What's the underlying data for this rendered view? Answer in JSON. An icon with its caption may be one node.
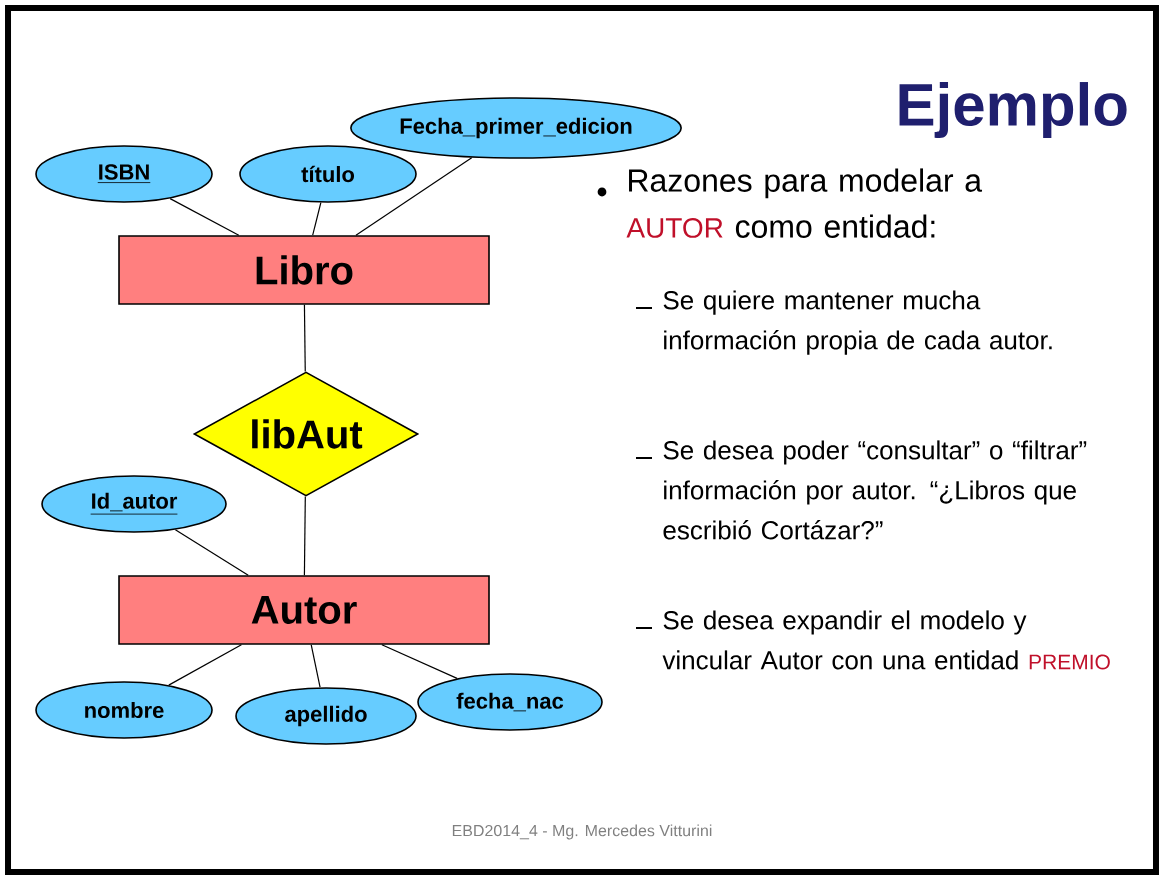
{
  "diagram": {
    "title": "Ejemplo",
    "nodes": [
      {
        "text": [
          "ISBN"
        ]
      },
      {
        "text": [
          "título"
        ]
      },
      {
        "text": [
          "Fecha_primer_edicion"
        ]
      },
      {
        "text": [
          "Libro"
        ]
      },
      {
        "text": [
          "libAut"
        ]
      },
      {
        "text": [
          "Id_autor"
        ]
      },
      {
        "text": [
          "Autor"
        ]
      },
      {
        "text": [
          "nombre"
        ]
      },
      {
        "text": [
          "apellido"
        ]
      },
      {
        "text": [
          "fecha_nac"
        ]
      }
    ],
    "edges": [
      {
        "from": 0,
        "to": 3,
        "arrow": "none"
      },
      {
        "from": 1,
        "to": 3,
        "arrow": "none"
      },
      {
        "from": 2,
        "to": 3,
        "arrow": "none"
      },
      {
        "from": 3,
        "to": 4,
        "arrow": "none"
      },
      {
        "from": 4,
        "to": 6,
        "arrow": "none"
      },
      {
        "from": 5,
        "to": 6,
        "arrow": "none"
      },
      {
        "from": 6,
        "to": 7,
        "arrow": "none"
      },
      {
        "from": 6,
        "to": 8,
        "arrow": "none"
      },
      {
        "from": 6,
        "to": 9,
        "arrow": "none"
      }
    ],
    "labels": [
      "Razones para modelar a",
      "AUTOR",
      "como entidad:",
      "Se quiere mantener mucha información propia de cada autor.",
      "Se desea poder “consultar” o “filtrar” información por autor. “¿Libros que escribió Cortázar?”",
      "Se desea expandir el modelo y vincular Autor con una entidad",
      "PREMIO",
      "EBD2014_4 - Mg. Mercedes Vitturini"
    ]
  }
}
